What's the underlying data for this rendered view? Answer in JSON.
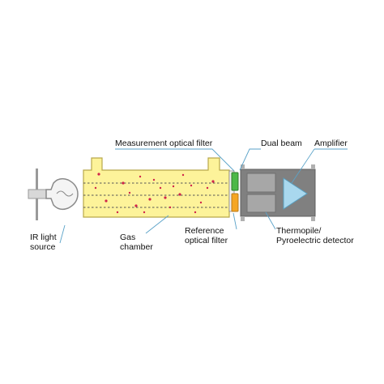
{
  "labels": {
    "ir_source_line1": "IR light",
    "ir_source_line2": "source",
    "gas_chamber_line1": "Gas",
    "gas_chamber_line2": "chamber",
    "measurement_filter": "Measurement optical filter",
    "dual_beam": "Dual beam",
    "amplifier": "Amplifier",
    "reference_filter_line1": "Reference",
    "reference_filter_line2": "optical filter",
    "detector_line1": "Thermopile/",
    "detector_line2": "Pyroelectric detector"
  },
  "colors": {
    "chamber_fill": "#fdf39a",
    "chamber_stroke": "#b8a84a",
    "measurement_filter": "#4cb848",
    "reference_filter": "#f5a623",
    "detector_housing": "#808080",
    "detector_cell": "#a7a7a7",
    "amplifier_triangle": "#a9d8ee",
    "leader_line": "#5aa2c8",
    "particle": "#d0244a",
    "beam_line": "#444444"
  }
}
